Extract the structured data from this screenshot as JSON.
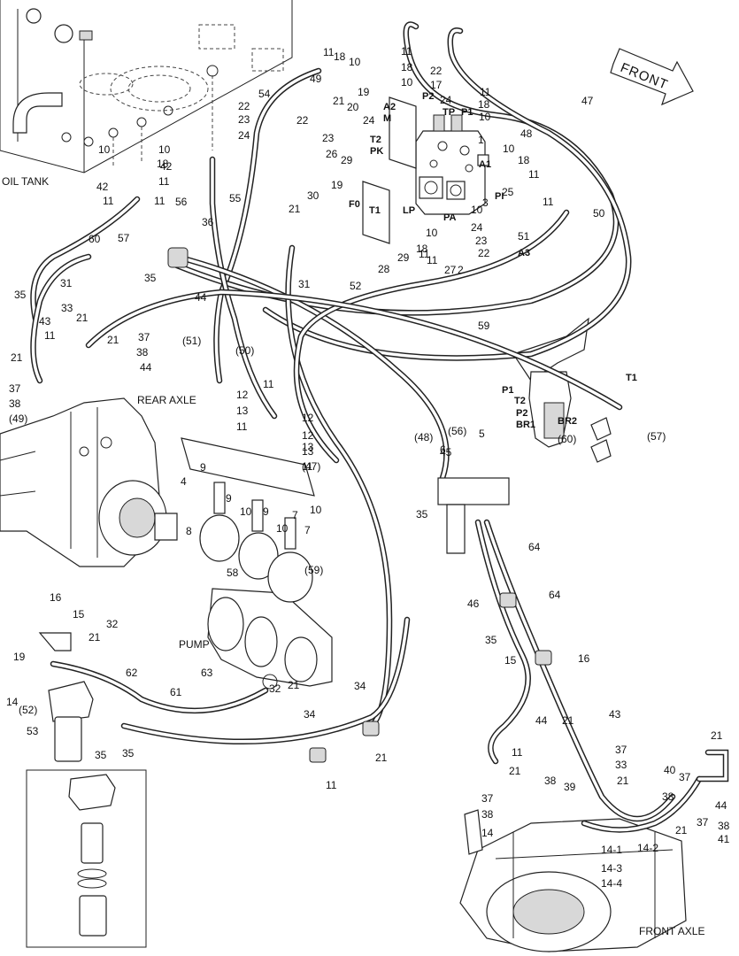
{
  "labels": {
    "oil_tank": "OIL TANK",
    "rear_axle": "REAR AXLE",
    "front_axle": "FRONT AXLE",
    "pump": "PUMP",
    "front": "FRONT"
  },
  "valve_ports": [
    "A2",
    "M",
    "P2",
    "TP",
    "P1",
    "T2",
    "PK",
    "A1",
    "A3",
    "PI",
    "PA",
    "F0",
    "T1",
    "LP"
  ],
  "brake_valve_ports": [
    "T1",
    "P1",
    "T2",
    "P2",
    "BR1",
    "BR2"
  ],
  "filter_parts": [
    "14",
    "14-2",
    "14-1",
    "14-3",
    "14-4"
  ],
  "callouts": [
    "11",
    "18",
    "10",
    "49",
    "54",
    "22",
    "19",
    "21",
    "20",
    "24",
    "A2",
    "M",
    "11",
    "18",
    "10",
    "22",
    "17",
    "P2",
    "24",
    "TP",
    "P1",
    "11",
    "18",
    "10",
    "48",
    "47",
    "23",
    "26",
    "T2",
    "PK",
    "29",
    "1",
    "10",
    "18",
    "11",
    "A1",
    "42",
    "22",
    "23",
    "24",
    "10",
    "18",
    "11",
    "10",
    "42",
    "11",
    "11",
    "55",
    "56",
    "57",
    "36",
    "60",
    "30",
    "19",
    "21",
    "F0",
    "T1",
    "LP",
    "PA",
    "10",
    "25",
    "11",
    "50",
    "10",
    "24",
    "23",
    "22",
    "11",
    "27",
    "51",
    "A3",
    "PI",
    "3",
    "28",
    "29",
    "18",
    "11",
    "2",
    "52",
    "31",
    "31",
    "35",
    "35",
    "44",
    "43",
    "33",
    "21",
    "11",
    "21",
    "37",
    "38",
    "44",
    "21",
    "37",
    "38",
    "(49)",
    "(51)",
    "(50)",
    "11",
    "12",
    "13",
    "11",
    "12",
    "13",
    "11",
    "12",
    "13",
    "(47)",
    "59",
    "T1",
    "P1",
    "T2",
    "P2",
    "BR1",
    "BR2",
    "(60)",
    "(57)",
    "(48)",
    "(56)",
    "5",
    "6",
    "4",
    "9",
    "10",
    "9",
    "10",
    "9",
    "10",
    "7",
    "7",
    "8",
    "(59)",
    "58",
    "45",
    "35",
    "64",
    "46",
    "64",
    "35",
    "15",
    "16",
    "16",
    "15",
    "21",
    "32",
    "19",
    "14",
    "(52)",
    "53",
    "62",
    "61",
    "63",
    "32",
    "21",
    "35",
    "35",
    "34",
    "34",
    "11",
    "21",
    "44",
    "21",
    "43",
    "11",
    "37",
    "38",
    "39",
    "33",
    "21",
    "21",
    "40",
    "37",
    "38",
    "44",
    "21",
    "37",
    "38",
    "41",
    "21",
    "37",
    "38",
    "14",
    "14-2",
    "14-1",
    "14-3",
    "14-4"
  ]
}
